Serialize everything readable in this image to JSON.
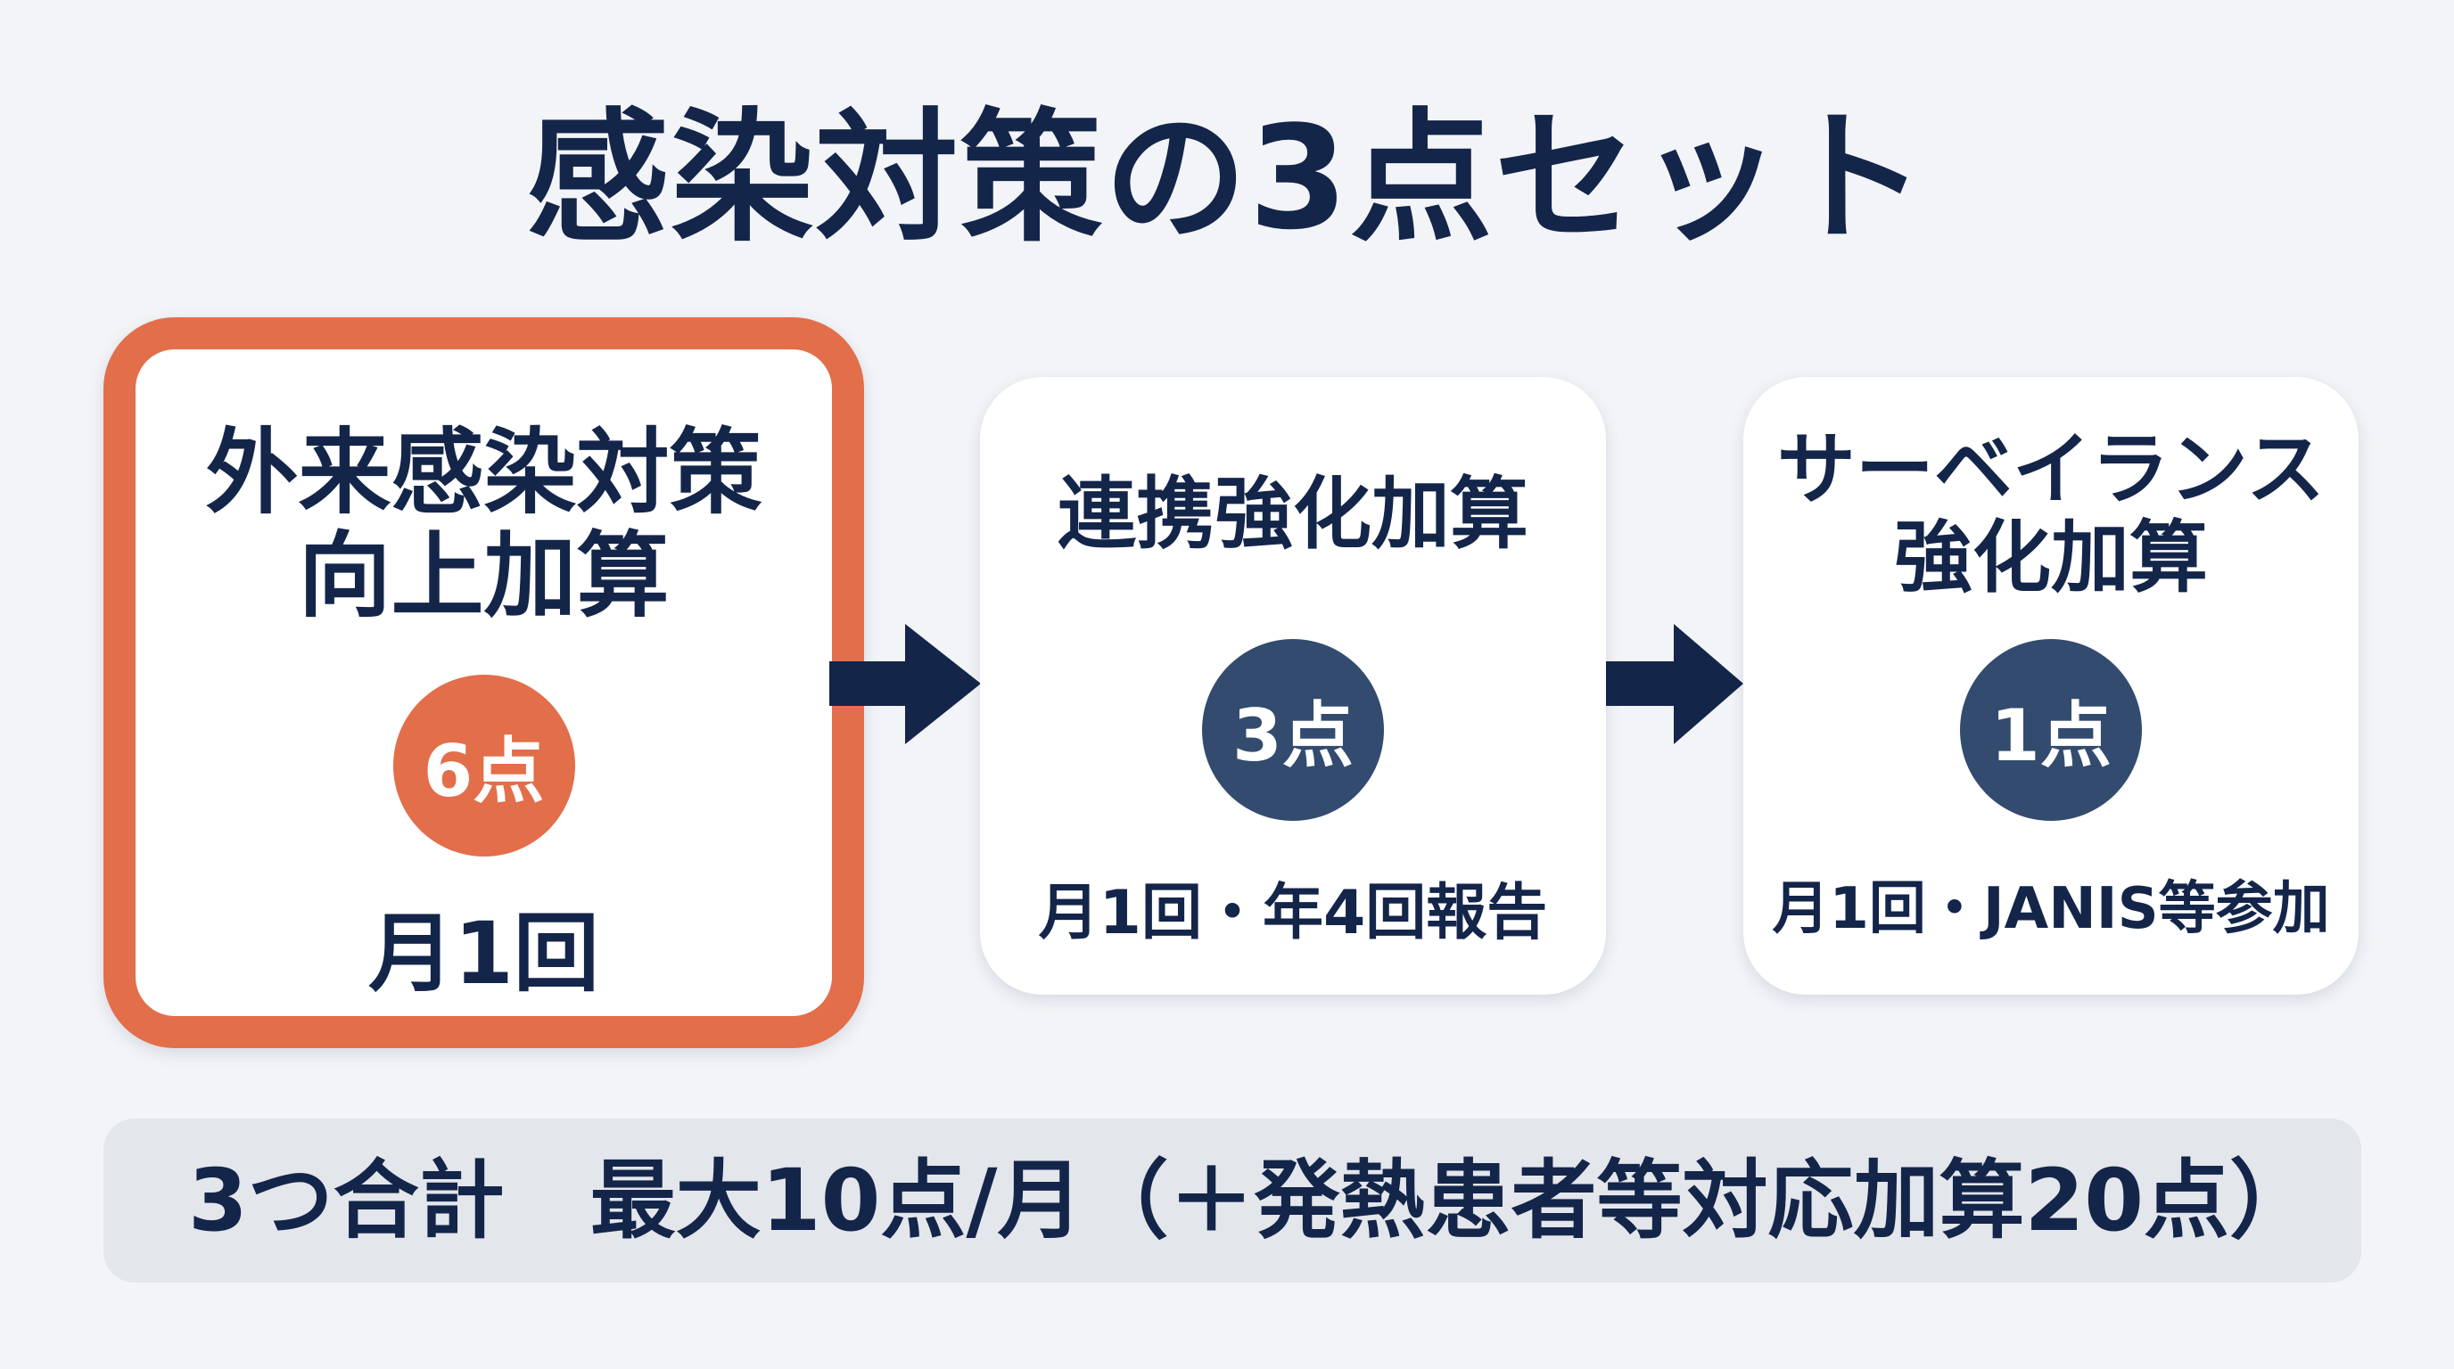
{
  "title": "感染対策の3点セット",
  "colors": {
    "navy": "#14254a",
    "orange": "#e26e4a",
    "circle_navy": "#334b6e",
    "background": "#f2f4f7"
  },
  "cards": [
    {
      "title_lines": [
        "外来感染対策",
        "向上加算"
      ],
      "points": "6点",
      "frequency": "月1回",
      "highlighted": true
    },
    {
      "title_lines": [
        "連携強化加算"
      ],
      "points": "3点",
      "frequency": "月1回・年4回報告",
      "highlighted": false
    },
    {
      "title_lines": [
        "サーベイランス",
        "強化加算"
      ],
      "points": "1点",
      "frequency": "月1回・JANIS等参加",
      "highlighted": false
    }
  ],
  "summary": "3つ合計　最大10点/月（＋発熱患者等対応加算20点）"
}
